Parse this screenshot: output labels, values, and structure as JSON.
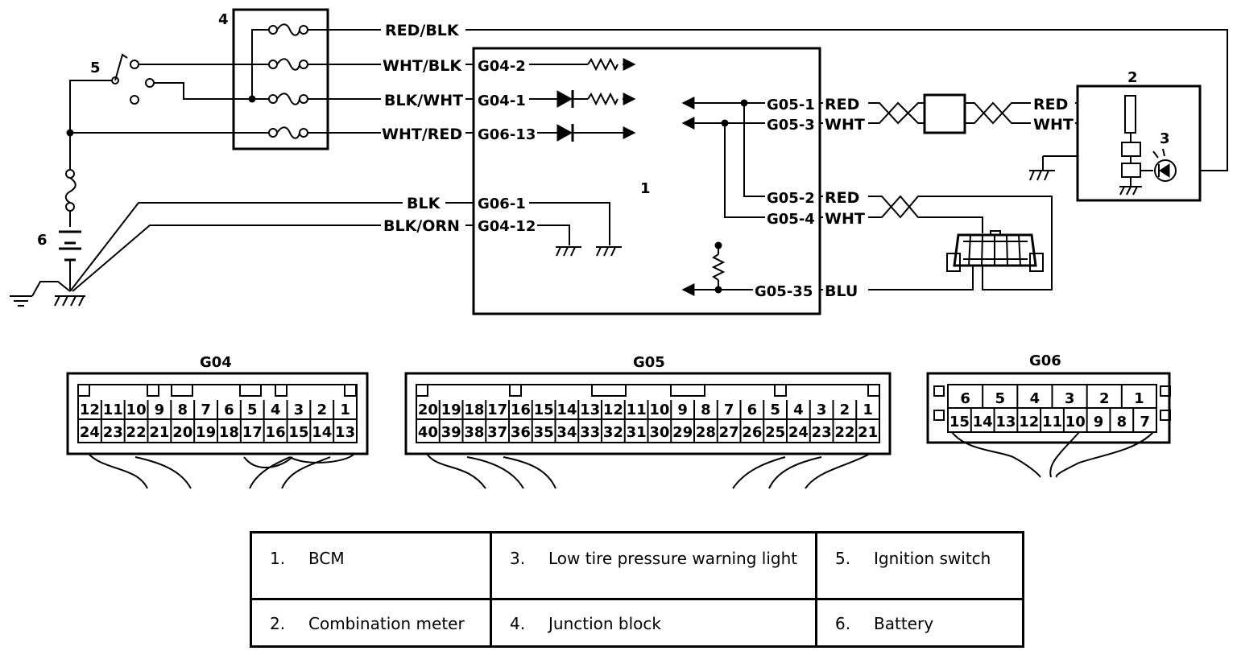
{
  "junction_block": {
    "ref": "4",
    "wires": [
      "RED/BLK",
      "WHT/BLK",
      "BLK/WHT",
      "WHT/RED"
    ]
  },
  "ignition_switch": {
    "ref": "5"
  },
  "battery": {
    "ref": "6"
  },
  "bcm": {
    "ref": "1",
    "left_pins": [
      "G04-2",
      "G04-1",
      "G06-13",
      "G06-1",
      "G04-12"
    ],
    "ground_wires": [
      "BLK",
      "BLK/ORN"
    ],
    "right_pins": [
      "G05-1",
      "G05-3",
      "G05-2",
      "G05-4",
      "G05-35"
    ],
    "right_wires": [
      "RED",
      "WHT",
      "RED",
      "WHT",
      "BLU"
    ]
  },
  "combination_meter": {
    "ref": "2",
    "wires": [
      "RED",
      "WHT"
    ]
  },
  "warning_light": {
    "ref": "3"
  },
  "connectors": {
    "g04": {
      "title": "G04",
      "top": [
        "12",
        "11",
        "10",
        "9",
        "8",
        "7",
        "6",
        "5",
        "4",
        "3",
        "2",
        "1"
      ],
      "bottom": [
        "24",
        "23",
        "22",
        "21",
        "20",
        "19",
        "18",
        "17",
        "16",
        "15",
        "14",
        "13"
      ]
    },
    "g05": {
      "title": "G05",
      "top": [
        "20",
        "19",
        "18",
        "17",
        "16",
        "15",
        "14",
        "13",
        "12",
        "11",
        "10",
        "9",
        "8",
        "7",
        "6",
        "5",
        "4",
        "3",
        "2",
        "1"
      ],
      "bottom": [
        "40",
        "39",
        "38",
        "37",
        "36",
        "35",
        "34",
        "33",
        "32",
        "31",
        "30",
        "29",
        "28",
        "27",
        "26",
        "25",
        "24",
        "23",
        "22",
        "21"
      ]
    },
    "g06": {
      "title": "G06",
      "top": [
        "6",
        "5",
        "4",
        "3",
        "2",
        "1"
      ],
      "bottom": [
        "15",
        "14",
        "13",
        "12",
        "11",
        "10",
        "9",
        "8",
        "7"
      ]
    }
  },
  "legend": [
    {
      "num": "1.",
      "text": "BCM"
    },
    {
      "num": "3.",
      "text": "Low tire pressure warning light"
    },
    {
      "num": "5.",
      "text": "Ignition switch"
    },
    {
      "num": "2.",
      "text": "Combination meter"
    },
    {
      "num": "4.",
      "text": "Junction block"
    },
    {
      "num": "6.",
      "text": "Battery"
    }
  ]
}
